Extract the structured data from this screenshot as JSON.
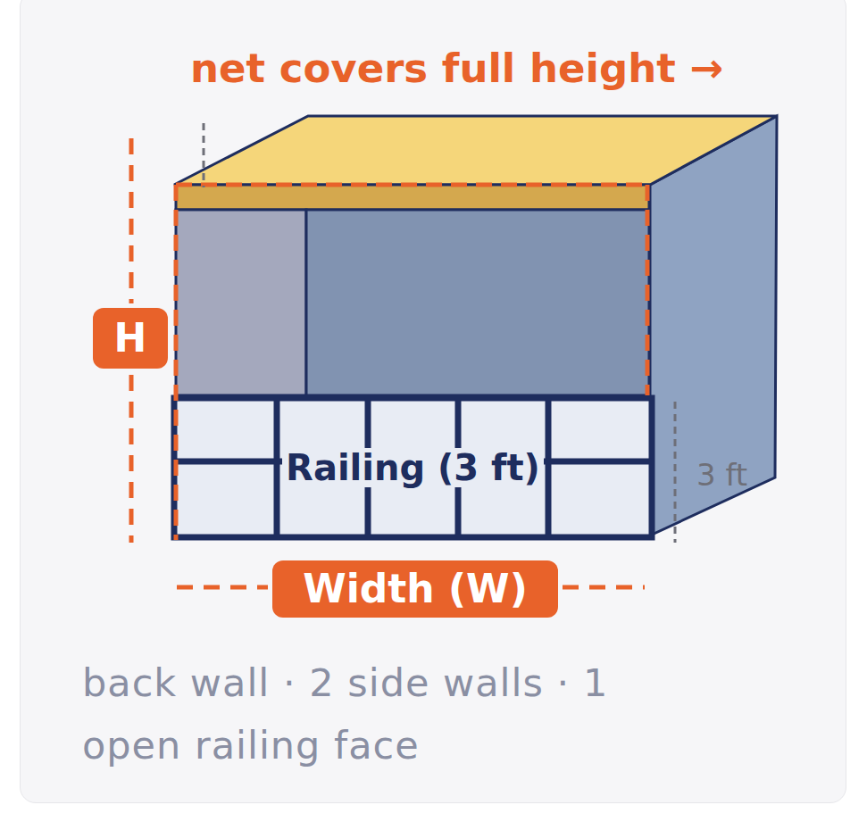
{
  "diagram": {
    "title": "net covers full height →",
    "caption": "back wall · 2 side walls · 1 open railing face",
    "nodes": [
      {
        "text": [
          "H"
        ]
      },
      {
        "text": [
          "Railing (3 ft)"
        ]
      },
      {
        "text": [
          "Width (W)"
        ]
      }
    ],
    "labels": [
      "3 ft"
    ]
  }
}
